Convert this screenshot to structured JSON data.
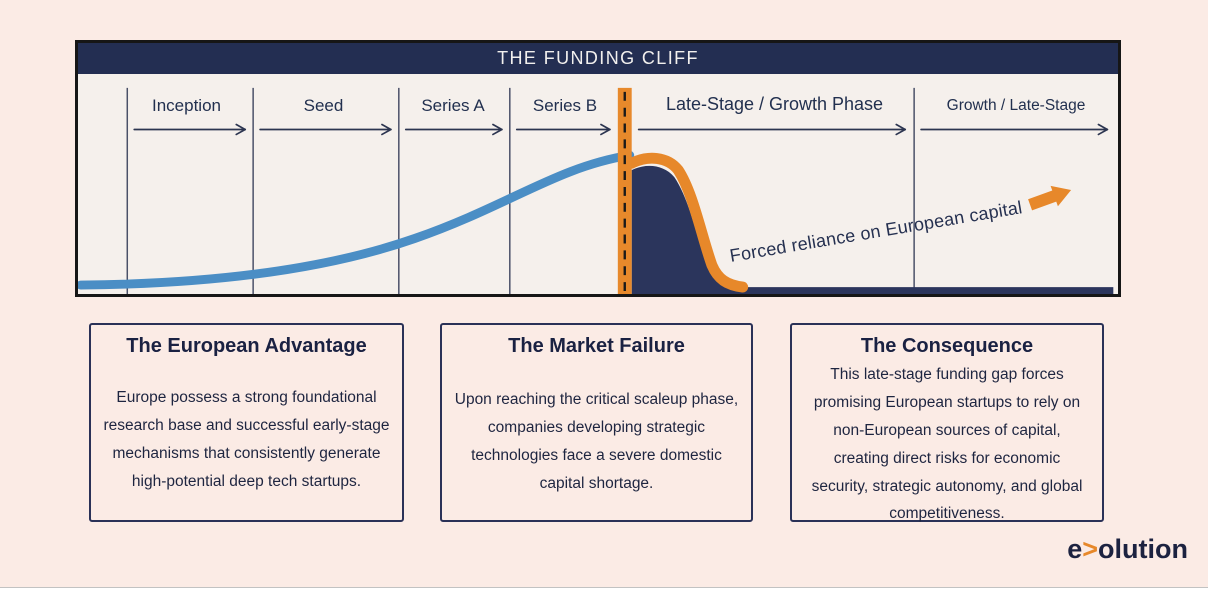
{
  "chart": {
    "title": "THE FUNDING CLIFF",
    "stages": [
      "Inception",
      "Seed",
      "Series A",
      "Series B",
      "Late-Stage / Growth Phase",
      "Growth / Late-Stage"
    ],
    "annotation": "Forced reliance on European capital"
  },
  "cards": [
    {
      "title": "The European Advantage",
      "body": "Europe possess a strong foundational research base and successful early-stage mechanisms that consistently generate high-potential deep tech startups."
    },
    {
      "title": "The Market Failure",
      "body": "Upon reaching the critical scaleup phase, companies developing strategic technologies face a severe domestic capital shortage."
    },
    {
      "title": "The Consequence",
      "body": "This late-stage funding gap forces promising European startups to rely on non-European sources of capital, creating direct risks for economic security, strategic autonomy, and global competitiveness."
    }
  ],
  "logo": {
    "prefix": "e",
    "chevron": ">",
    "suffix": "olution"
  },
  "colors": {
    "page_background": "#fbebe5",
    "chart_background": "#f5f0ec",
    "header_navy": "#232e52",
    "text_navy": "#22304f",
    "curve_blue": "#4b8ec5",
    "accent_orange": "#e7882a",
    "cliff_navy": "#2b355c",
    "card_border": "#2a3157"
  }
}
